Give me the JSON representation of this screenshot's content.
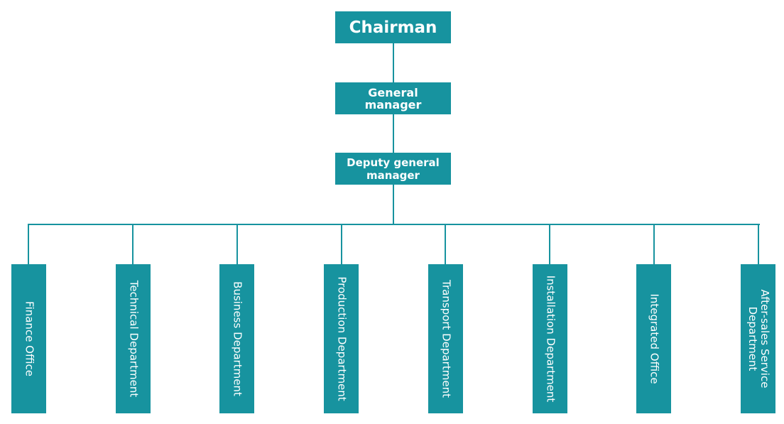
{
  "chart": {
    "top": {
      "chairman": "Chairman",
      "general_manager": [
        "General",
        "manager"
      ],
      "deputy_general_manager": [
        "Deputy general",
        "manager"
      ]
    },
    "departments": [
      [
        "Finance Office"
      ],
      [
        "Technical Department"
      ],
      [
        "Business Department"
      ],
      [
        "Production Department"
      ],
      [
        "Transport Department"
      ],
      [
        "Installation Department"
      ],
      [
        "Integrated Office"
      ],
      [
        "After-sales Service",
        "Department"
      ]
    ]
  },
  "colors": {
    "box_fill": "#17939f",
    "connector": "#17939f",
    "text": "#ffffff"
  }
}
